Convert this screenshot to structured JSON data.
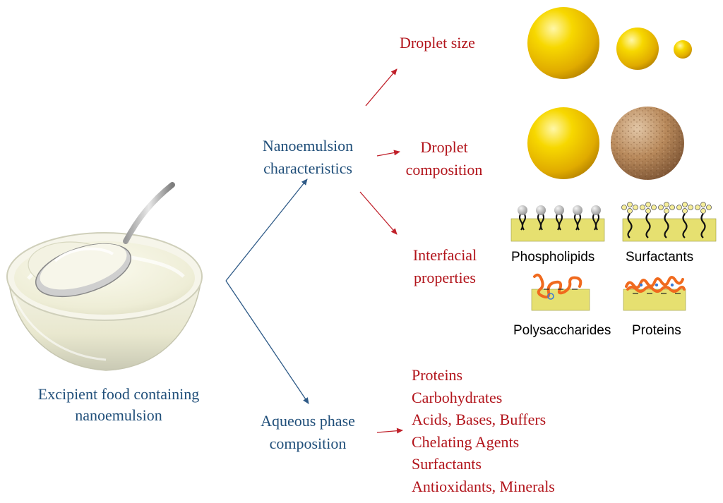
{
  "source_label": [
    "Excipient  food containing",
    "nanoemulsion"
  ],
  "branches": {
    "nano": [
      "Nanoemulsion",
      "characteristics"
    ],
    "aqueous": [
      "Aqueous phase",
      "composition"
    ]
  },
  "nano_properties": {
    "droplet_size": "Droplet size",
    "droplet_composition": [
      "Droplet",
      "composition"
    ],
    "interfacial": [
      "Interfacial",
      "properties"
    ]
  },
  "emulsifiers": {
    "phospholipids": "Phospholipids",
    "surfactants": "Surfactants",
    "polysaccharides": "Polysaccharides",
    "proteins": "Proteins"
  },
  "aqueous_components": [
    "Proteins",
    "Carbohydrates",
    "Acids,  Bases,  Buffers",
    "Chelating  Agents",
    "Surfactants",
    "Antioxidants,  Minerals"
  ],
  "colors": {
    "blue_text": "#1f4e79",
    "red_text": "#b2141b",
    "blue_arrow": "#2e5a87",
    "red_arrow": "#c0202a",
    "droplet_yellow": "#f2c400",
    "droplet_brown": "#b07a4a",
    "interface_yellow": "#e6e070",
    "polymer_orange": "#f06a1e"
  },
  "icons": [
    "yogurt-bowl-icon",
    "spoon-icon",
    "droplet-sphere-icon",
    "phospholipid-icon",
    "surfactant-icon",
    "polysaccharide-icon",
    "protein-icon"
  ]
}
